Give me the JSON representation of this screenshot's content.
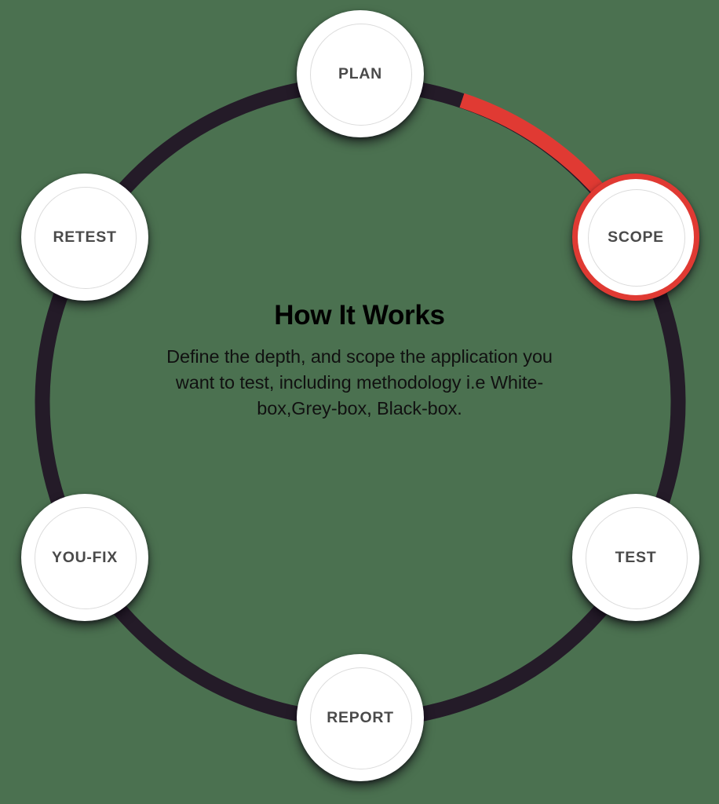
{
  "theme": {
    "background": "#4b7150",
    "ring_track": "#241b28",
    "progress_accent": "#e03a33",
    "node_fill": "#ffffff",
    "node_label": "#4a4a4a",
    "title_color": "#000000",
    "body_color": "#111111",
    "inner_outline": "#dcdcdc"
  },
  "center": {
    "title": "How It Works",
    "description": "Define the depth, and scope the application you want to test, including methodology i.e White-box,Grey-box, Black-box."
  },
  "diagram": {
    "type": "circular-process",
    "total_steps": 6,
    "active_step": "SCOPE",
    "active_index": 1,
    "progress_arc": {
      "from": "PLAN",
      "to": "SCOPE",
      "color": "#e03a33"
    },
    "steps": [
      {
        "label": "PLAN",
        "index": 0,
        "position": "top",
        "state": "complete"
      },
      {
        "label": "SCOPE",
        "index": 1,
        "position": "upper-right",
        "state": "active"
      },
      {
        "label": "TEST",
        "index": 2,
        "position": "lower-right",
        "state": "pending"
      },
      {
        "label": "REPORT",
        "index": 3,
        "position": "bottom",
        "state": "pending"
      },
      {
        "label": "YOU-FIX",
        "index": 4,
        "position": "lower-left",
        "state": "pending"
      },
      {
        "label": "RETEST",
        "index": 5,
        "position": "upper-left",
        "state": "pending"
      }
    ]
  }
}
